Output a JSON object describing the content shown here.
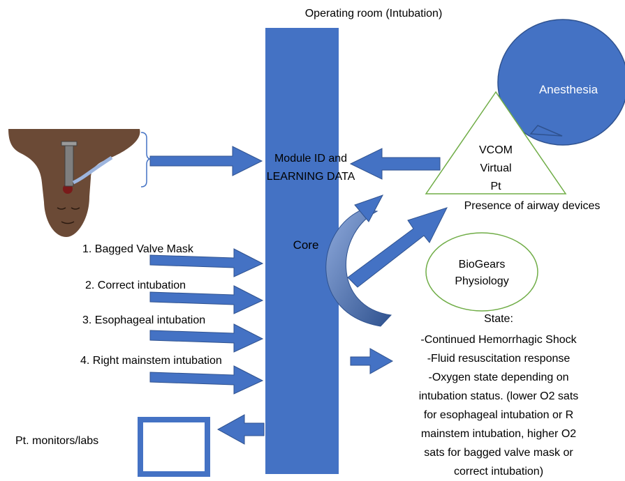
{
  "title": "Operating room (Intubation)",
  "core": {
    "module_line1": "Module ID and",
    "module_line2": "LEARNING DATA",
    "core_label": "Core"
  },
  "anesthesia": "Anesthesia",
  "vcom": {
    "line1": "VCOM",
    "line2": "Virtual",
    "line3": "Pt"
  },
  "airway_devices": "Presence of airway devices",
  "biogears": {
    "line1": "BioGears",
    "line2": "Physiology"
  },
  "inputs": [
    "1. Bagged Valve Mask",
    "2. Correct intubation",
    "3. Esophageal  intubation",
    "4. Right mainstem  intubation"
  ],
  "monitors": "Pt. monitors/labs",
  "state": {
    "heading": "State:",
    "lines": [
      "-Continued Hemorrhagic Shock",
      "-Fluid resuscitation response",
      "-Oxygen state depending on",
      "intubation status. (lower O2 sats",
      "for esophageal intubation or R",
      "mainstem intubation, higher O2",
      "sats for bagged valve mask or",
      "correct intubation)"
    ]
  },
  "colors": {
    "primary_blue": "#4472C4",
    "dark_blue": "#2F528F",
    "green": "#70AD47",
    "skin": "#6B4A36"
  },
  "icons": [
    "patient-head-icon",
    "endotracheal-tube-icon"
  ]
}
